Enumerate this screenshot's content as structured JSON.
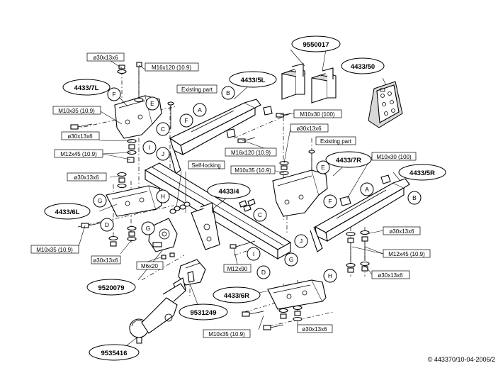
{
  "parts": {
    "p9550017": "9550017",
    "p4433_50": "4433/50",
    "p4433_7L": "4433/7L",
    "p4433_5L": "4433/5L",
    "p4433_7R": "4433/7R",
    "p4433_5R": "4433/5R",
    "p4433_4": "4433/4",
    "p4433_6L": "4433/6L",
    "p4433_6R": "4433/6R",
    "p9520079": "9520079",
    "p9531249": "9531249",
    "p9535416": "9535416"
  },
  "fasteners": {
    "w30_tl": "ø30x13x6",
    "m16x120_top": "M16x120 (10.9)",
    "m10x35_l": "M10x35 (10.9)",
    "w30_l1": "ø30x13x6",
    "m12x45_l": "M12x45 (10.9)",
    "w30_l2": "ø30x13x6",
    "m10x30_c": "M10x30 (100)",
    "w30_c": "ø30x13x6",
    "m16x120_c": "M16x120 (10.9)",
    "m10x35_c": "M10x35 (10.9)",
    "m10x30_r": "M10x30 (100)",
    "m10x35_bl": "M10x35 (10.9)",
    "w30_bl": "ø30x13x6",
    "m6x20": "M6x20",
    "m12x90": "M12x90",
    "w30_r1": "ø30x13x6",
    "m12x45_r": "M12x45 (10.9)",
    "w30_r2": "ø30x13x6",
    "m10x35_b": "M10x35 (10.9)",
    "w30_b": "ø30x13x6"
  },
  "notes": {
    "existing_part_l": "Existing part",
    "existing_part_r": "Existing part",
    "self_locking": "Self-locking"
  },
  "letters": {
    "F": "F",
    "E": "E",
    "C": "C",
    "B": "B",
    "A": "A",
    "I": "I",
    "J": "J",
    "G": "G",
    "D": "D",
    "H": "H"
  },
  "copyright": "© 443370/10-04-2006/2"
}
